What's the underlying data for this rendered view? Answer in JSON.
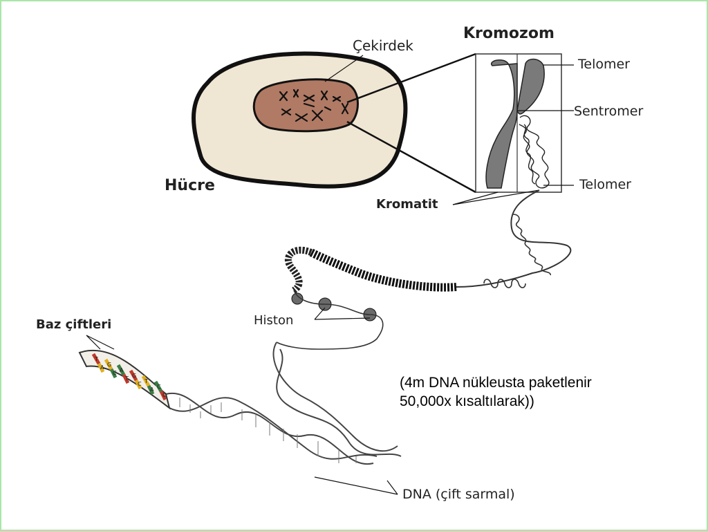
{
  "labels": {
    "cekirdek": "Çekirdek",
    "kromozom": "Kromozom",
    "telomer_top": "Telomer",
    "sentromer": "Sentromer",
    "telomer_bottom": "Telomer",
    "hucre": "Hücre",
    "kromatit": "Kromatit",
    "histon": "Histon",
    "baz_ciftleri": "Baz çiftleri",
    "dna": "DNA (çift sarmal)"
  },
  "note": {
    "line1": "(4m DNA nükleusta paketlenir",
    "line2": "50,000x kısaltılarak))"
  },
  "base_letters": [
    "T",
    "A",
    "G",
    "C",
    "A",
    "T",
    "G",
    "C",
    "T",
    "A",
    "C",
    "G"
  ],
  "colors": {
    "frame": "#a8e6a8",
    "cell_fill": "#efe6d4",
    "nucleus_fill": "#b07a64",
    "chromosome_fill": "#7a7a7a",
    "base_red": "#c0392b",
    "base_yellow": "#e0b020",
    "base_green": "#3a7d44"
  }
}
